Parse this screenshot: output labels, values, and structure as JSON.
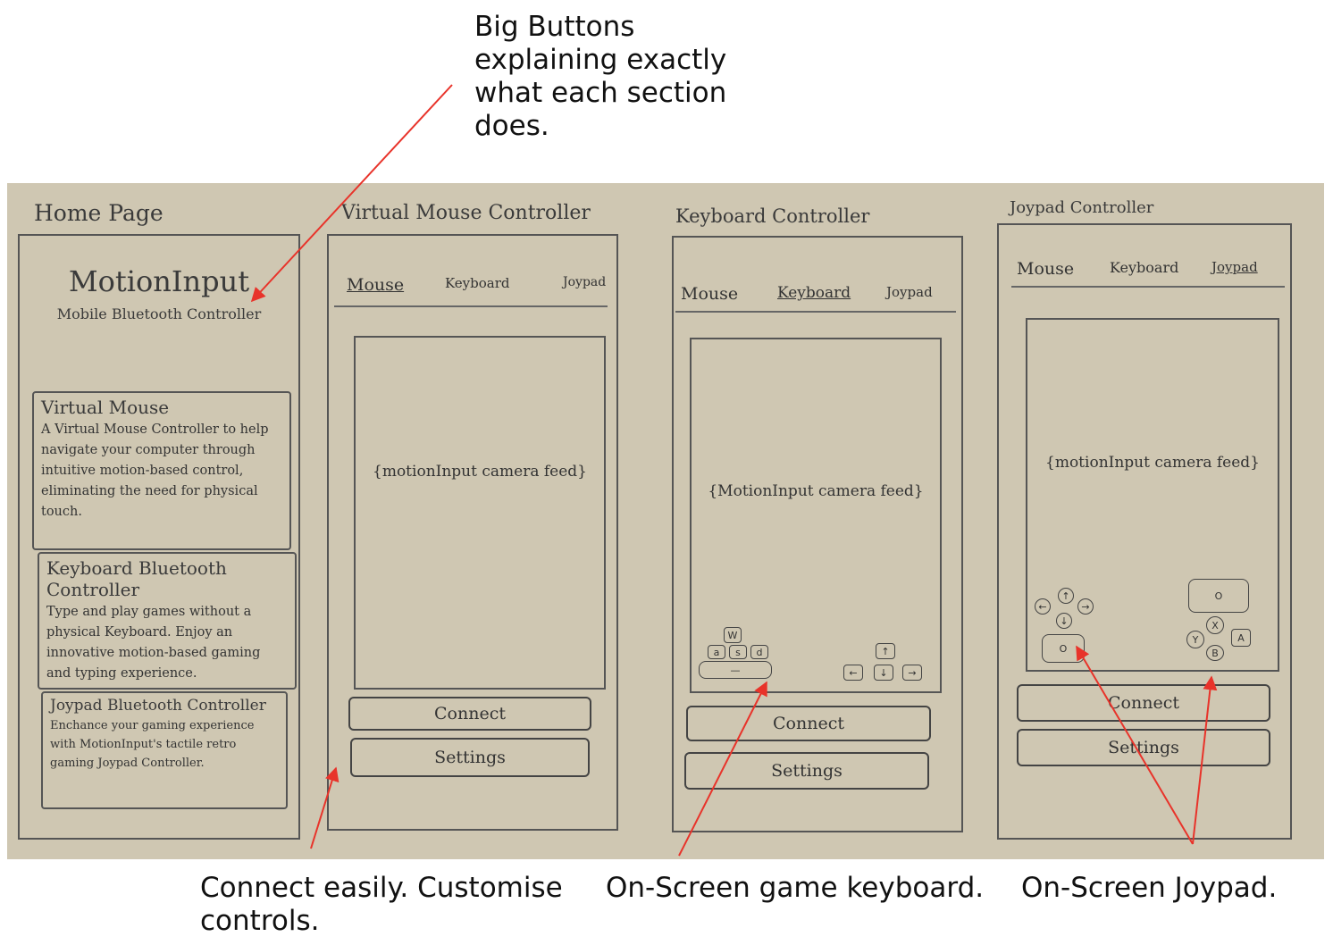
{
  "annotations": {
    "big_buttons": "Big Buttons explaining exactly what each section does.",
    "connect": "Connect easily. Customise controls.",
    "keyboard": "On-Screen game keyboard.",
    "joypad": "On-Screen Joypad."
  },
  "colors": {
    "paper": "#cfc7b2",
    "pencil": "#444444",
    "arrow": "#e8332a"
  },
  "home": {
    "page_label": "Home Page",
    "app_title": "MotionInput",
    "app_subtitle": "Mobile Bluetooth Controller",
    "cards": [
      {
        "title": "Virtual Mouse",
        "body": "A Virtual Mouse Controller to help navigate your computer through intuitive motion-based control, eliminating the need for physical touch."
      },
      {
        "title": "Keyboard Bluetooth Controller",
        "body": "Type and play games without a physical Keyboard. Enjoy an innovative motion-based gaming and typing experience."
      },
      {
        "title": "Joypad Bluetooth Controller",
        "body": "Enchance your gaming experience with MotionInput's tactile retro gaming Joypad Controller."
      }
    ]
  },
  "mouse_screen": {
    "page_label": "Virtual Mouse Controller",
    "feed": "{motionInput camera feed}",
    "connect": "Connect",
    "settings": "Settings"
  },
  "keyboard_screen": {
    "page_label": "Keyboard Controller",
    "feed": "{MotionInput camera feed}",
    "connect": "Connect",
    "settings": "Settings",
    "keys": {
      "w": "W",
      "a": "a",
      "s": "s",
      "d": "d",
      "space": "—",
      "up": "↑",
      "left": "←",
      "down": "↓",
      "right": "→"
    }
  },
  "joypad_screen": {
    "page_label": "Joypad Controller",
    "feed": "{motionInput camera feed}",
    "connect": "Connect",
    "settings": "Settings",
    "keys": {
      "up": "↑",
      "left": "←",
      "down": "↓",
      "right": "→",
      "o_left": "O",
      "o_right": "O",
      "y": "Y",
      "x": "X",
      "a": "A",
      "b": "B"
    }
  },
  "tabs": {
    "mouse": "Mouse",
    "keyboard": "Keyboard",
    "joypad": "Joypad"
  }
}
